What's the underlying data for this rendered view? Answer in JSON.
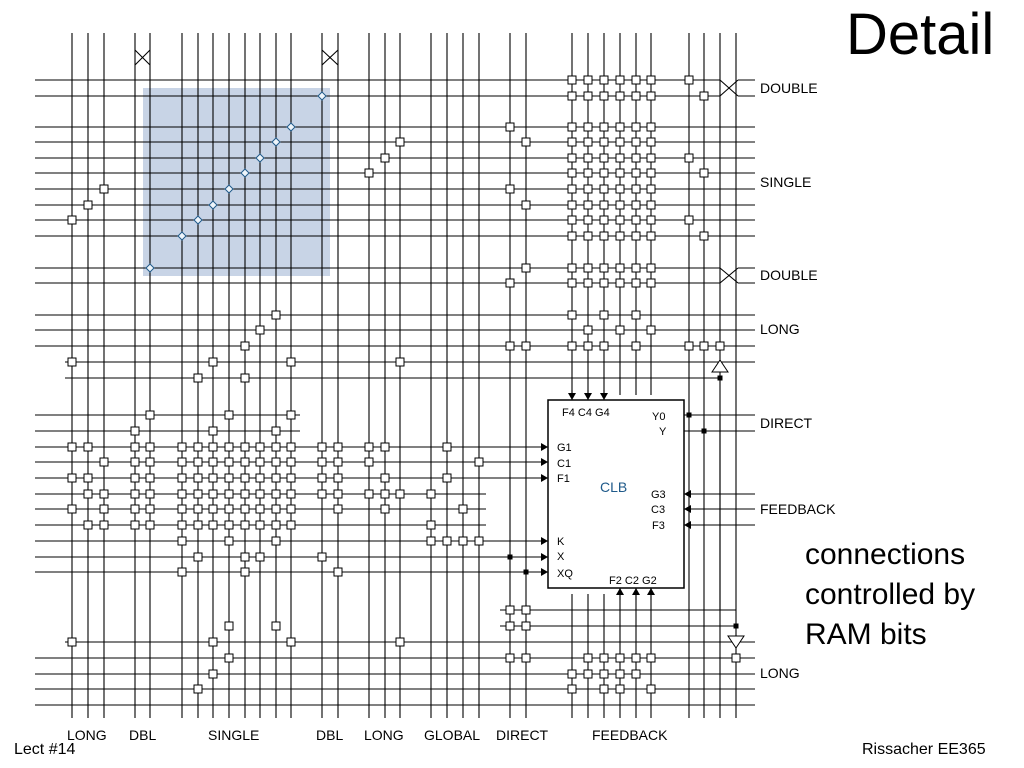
{
  "slide": {
    "title": "Detail",
    "caption_lines": [
      "connections",
      "controlled by",
      "RAM bits"
    ],
    "footer_left": "Lect #14",
    "footer_right": "Rissacher EE365"
  },
  "diagram": {
    "right_labels": [
      "DOUBLE",
      "SINGLE",
      "DOUBLE",
      "LONG",
      "DIRECT",
      "FEEDBACK",
      "LONG"
    ],
    "bottom_labels": [
      "LONG",
      "DBL",
      "SINGLE",
      "DBL",
      "LONG",
      "GLOBAL",
      "DIRECT",
      "FEEDBACK"
    ],
    "clb": {
      "name": "CLB",
      "top_pins": "F4 C4 G4",
      "bottom_pins": "F2 C2 G2",
      "left_pins_upper": [
        "G1",
        "C1",
        "F1"
      ],
      "left_pins_lower": [
        "K",
        "X",
        "XQ"
      ],
      "right_pins_outputs": [
        "Y0",
        "Y"
      ],
      "right_pins_inputs": [
        "G3",
        "C3",
        "F3"
      ]
    },
    "colors": {
      "highlight_fill": "#c8d4e6",
      "clb_label": "#1f5a8a",
      "line": "#000000"
    }
  }
}
